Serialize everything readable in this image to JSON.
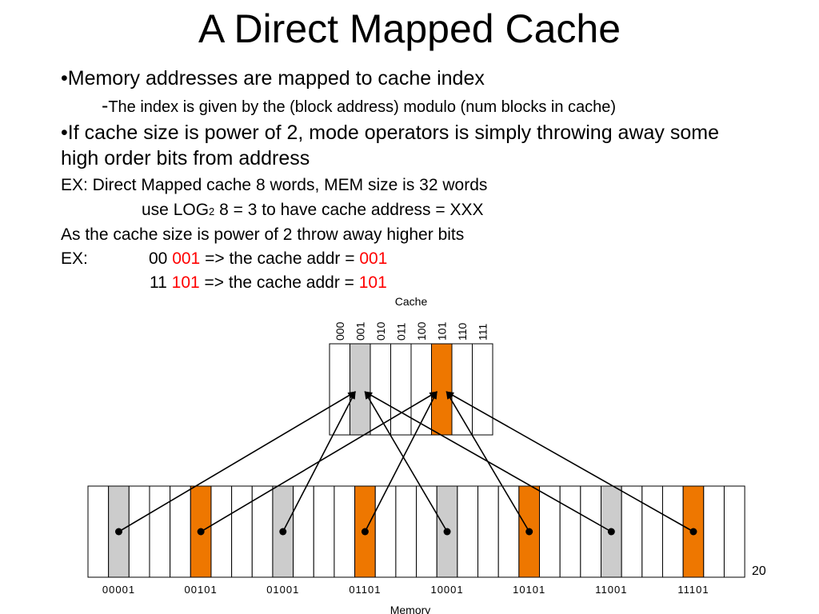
{
  "slide": {
    "title": "A Direct Mapped Cache",
    "bullet1": "•Memory addresses are mapped to cache index",
    "sub1_dash": "-",
    "sub1": "The index is given by the (block address) modulo (num blocks in cache)",
    "bullet2_line1": "•If cache size is power of 2, mode operators is simply throwing away some",
    "bullet2_line2": "high order bits from address",
    "ex1": "EX: Direct Mapped cache 8 words, MEM size is 32 words",
    "use_pre": "use LOG",
    "use_sub": "2",
    "use_post": " 8 = 3 to have cache address = XXX",
    "power_line": "As the cache size is power of  2 throw away higher bits",
    "ex2_label": "EX:",
    "ex2_a_high": "00 ",
    "ex2_a_low": "001",
    "ex2_a_mid": " => the cache addr = ",
    "ex2_a_result": "001",
    "ex2_b_high": "11 ",
    "ex2_b_low": "101",
    "ex2_b_mid": " => the cache addr = ",
    "ex2_b_result": "101",
    "page_number": "20"
  },
  "diagram": {
    "cache_label": "Cache",
    "memory_label": "Memory",
    "cache_indices": [
      "000",
      "001",
      "010",
      "011",
      "100",
      "101",
      "110",
      "111"
    ],
    "memory_labels": [
      "00001",
      "00101",
      "01001",
      "01101",
      "10001",
      "10101",
      "11001",
      "11101"
    ],
    "highlighted_cache_index_gray": 1,
    "highlighted_cache_index_orange": 5,
    "memory_block_count": 32,
    "colors": {
      "gray": "#cccccc",
      "orange": "#ee7700",
      "line": "#000000"
    }
  }
}
